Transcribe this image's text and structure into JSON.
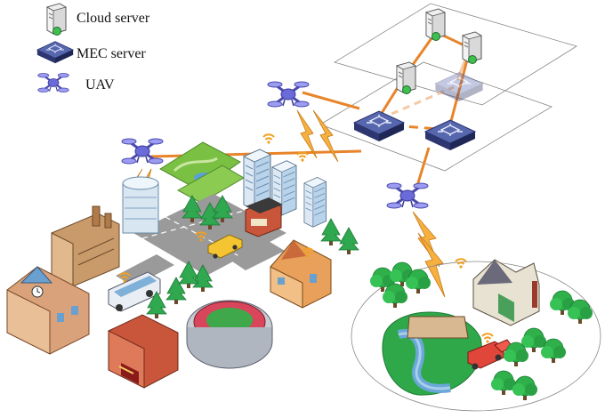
{
  "legend": [
    {
      "icon": "cloud-server-icon",
      "label": "Cloud server"
    },
    {
      "icon": "mec-server-icon",
      "label": "MEC server"
    },
    {
      "icon": "uav-icon",
      "label": "UAV"
    }
  ],
  "colors": {
    "link_orange": "#e8842a",
    "lightning_orange": "#f2a331",
    "mec_blue": "#35407f",
    "mec_light": "#8fa0c8",
    "uav_purple": "#6a6ad8",
    "tree_green": "#2fa84f",
    "road_gray": "#8e8e8e",
    "grass_green": "#7ac043"
  }
}
